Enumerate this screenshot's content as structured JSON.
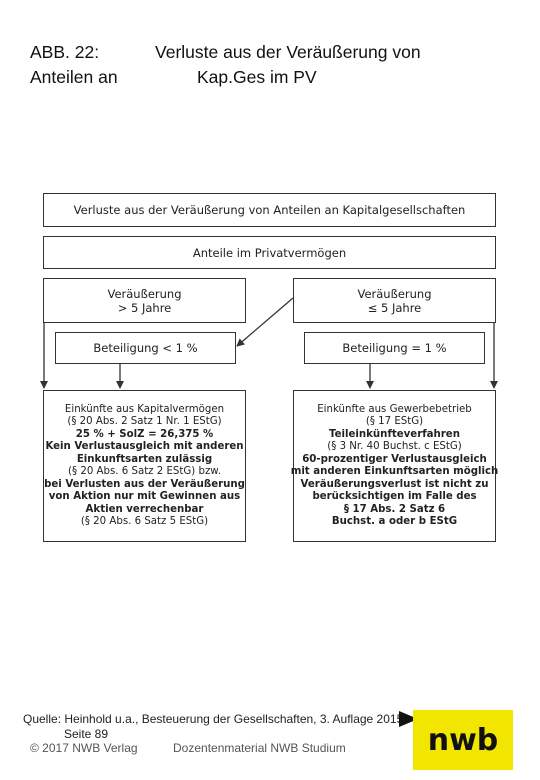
{
  "header": {
    "abb": "ABB. 22:",
    "title_line1": "Verluste aus der Veräußerung von",
    "anteilen": "Anteilen an",
    "title_line2": "Kap.Ges im PV"
  },
  "diagram": {
    "top_box": "Verluste aus der Veräußerung von Anteilen an Kapitalgesellschaften",
    "second_box": "Anteile im Privatvermögen",
    "left_sale": [
      "Veräußerung",
      "> 5 Jahre"
    ],
    "right_sale": [
      "Veräußerung",
      "≤ 5 Jahre"
    ],
    "left_stake": "Beteiligung < 1 %",
    "right_stake": "Beteiligung = 1 %",
    "left_result": [
      {
        "text": "Einkünfte aus Kapitalvermögen",
        "bold": false
      },
      {
        "text": "(§ 20 Abs. 2 Satz 1 Nr. 1 EStG)",
        "bold": false
      },
      {
        "text": "25 % + SolZ = 26,375 %",
        "bold": true
      },
      {
        "text": "Kein Verlustausgleich mit anderen",
        "bold": true
      },
      {
        "text": "Einkunftsarten zulässig",
        "bold": true
      },
      {
        "text": "(§ 20 Abs. 6 Satz 2 EStG) bzw.",
        "bold": false
      },
      {
        "text": "bei Verlusten aus der Veräußerung",
        "bold": true
      },
      {
        "text": "von Aktion nur mit Gewinnen aus",
        "bold": true
      },
      {
        "text": "Aktien verrechenbar",
        "bold": true
      },
      {
        "text": "(§ 20 Abs. 6 Satz 5 EStG)",
        "bold": false
      }
    ],
    "right_result": [
      {
        "text": "Einkünfte aus Gewerbebetrieb",
        "bold": false
      },
      {
        "text": "(§ 17 EStG)",
        "bold": false
      },
      {
        "text": "Teileinkünfteverfahren",
        "bold": true
      },
      {
        "text": "(§ 3 Nr. 40 Buchst. c EStG)",
        "bold": false
      },
      {
        "text": "60-prozentiger Verlustausgleich",
        "bold": true
      },
      {
        "text": "mit anderen Einkunftsarten möglich",
        "bold": true
      },
      {
        "text": "Veräußerungsverlust ist nicht zu",
        "bold": true
      },
      {
        "text": "berücksichtigen im Falle des",
        "bold": true
      },
      {
        "text": "§ 17 Abs. 2 Satz 6",
        "bold": true
      },
      {
        "text": "Buchst. a oder b EStG",
        "bold": true
      }
    ]
  },
  "footer": {
    "source": "Quelle: Heinhold u.a., Besteuerung der Gesellschaften, 3. Auflage 2015,",
    "page": "Seite 89",
    "copyright": "© 2017 NWB Verlag",
    "material": "Dozentenmaterial NWB Studium",
    "logo": "nwb"
  },
  "colors": {
    "logo_bg": "#f2e600",
    "border": "#333333"
  }
}
